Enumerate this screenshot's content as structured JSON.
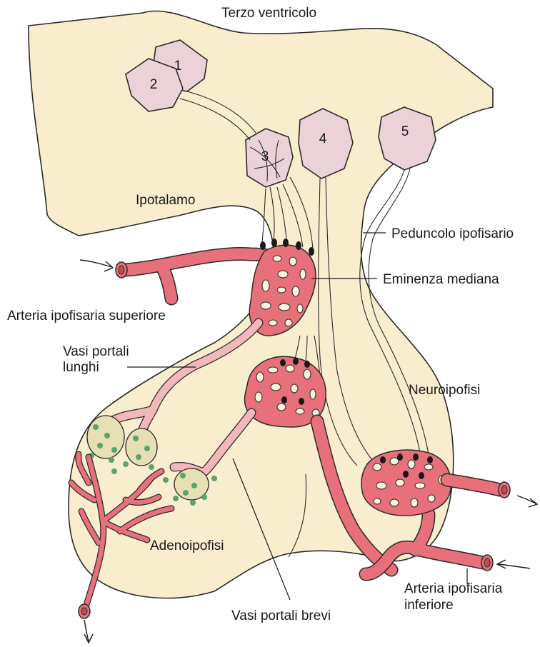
{
  "labels": {
    "third_ventricle": "Terzo ventricolo",
    "hypothalamus": "Ipotalamo",
    "infundibular_stalk": "Peduncolo ipofisario",
    "median_eminence": "Eminenza mediana",
    "superior_hypophyseal_artery": "Arteria ipofisaria superiore",
    "long_portal_vessels_line1": "Vasi portali",
    "long_portal_vessels_line2": "lunghi",
    "neurohypophysis": "Neuroipofisi",
    "adenohypophysis": "Adenoipofisi",
    "short_portal_vessels": "Vasi portali brevi",
    "inferior_hypophyseal_artery_line1": "Arteria ipofisaria",
    "inferior_hypophyseal_artery_line2": "inferiore"
  },
  "neurons": [
    "1",
    "2",
    "3",
    "4",
    "5"
  ],
  "colors": {
    "tissue": "#f8edcd",
    "neuron_body": "#ead2d8",
    "artery": "#e8707a",
    "portal_vessel": "#f2b7b8",
    "cell_granules": "#5aa36a",
    "cell_cluster": "#e6dfb4"
  }
}
